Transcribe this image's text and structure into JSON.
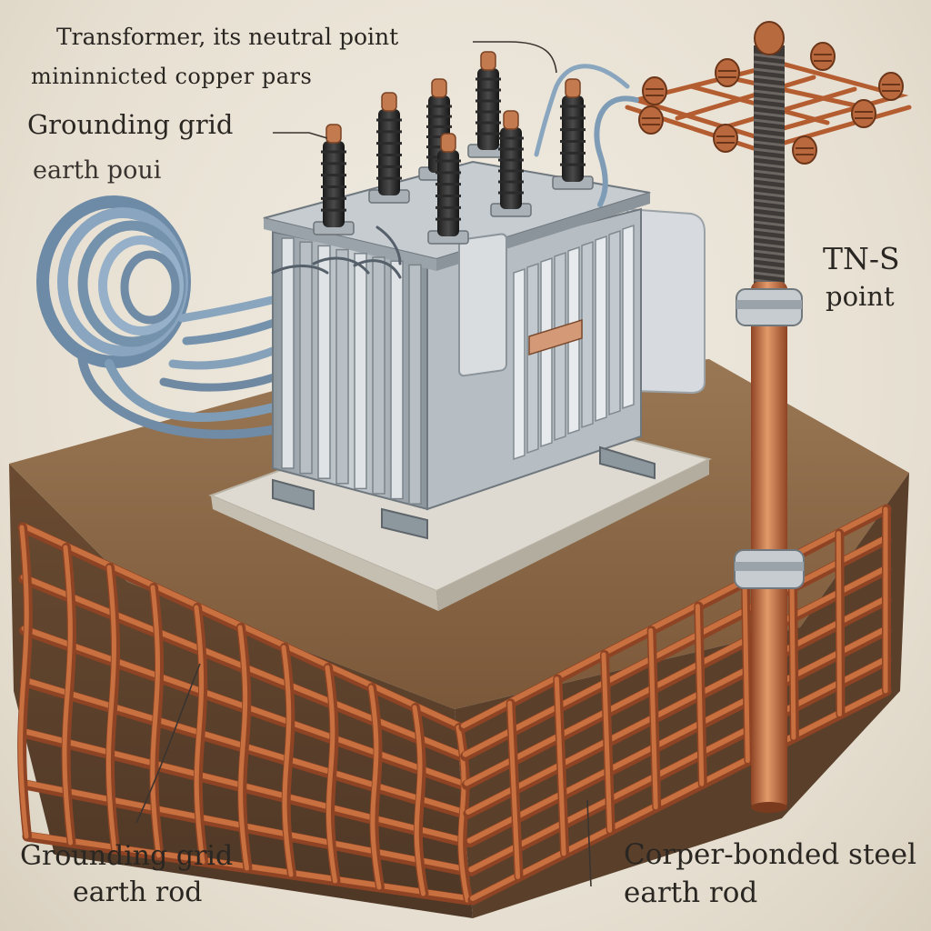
{
  "labels": {
    "transformer_line1": "Transformer, its neutral point",
    "transformer_line2": "mininnicted copper pars",
    "grid_top": "Grounding grid",
    "earth_top": "earth poui",
    "tns_line1": "TN-S",
    "tns_line2": "point",
    "grid_bottom_line1": "Grounding grid",
    "grid_bottom_line2": "earth rod",
    "rod_line1": "Corper-bonded steel",
    "rod_line2": "earth rod"
  },
  "colors": {
    "copper": "#c8703f",
    "copper_dark": "#8e4424",
    "soil": "#7c5a3c",
    "steel": "#a9b2b8",
    "concrete": "#dcd8cf",
    "cable": "#7f9cb7"
  },
  "icons": {
    "transformer": "transformer-icon",
    "earth_rod": "earth-rod-icon",
    "grounding_grid": "grounding-grid-icon",
    "cable_coil": "cable-coil-icon"
  }
}
